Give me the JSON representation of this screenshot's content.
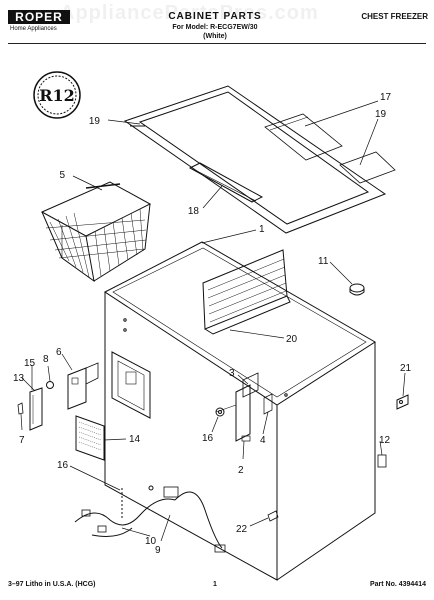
{
  "header": {
    "brand": "ROPER",
    "brand_sub": "Home Appliances",
    "title": "CABINET PARTS",
    "model_line": "For Model: R-ECG7EW/30",
    "color_line": "(White)",
    "category": "CHEST FREEZER",
    "watermark": "AppliancePartsPros.com"
  },
  "badge": "R12",
  "callouts": [
    "19",
    "17",
    "19",
    "5",
    "18",
    "1",
    "11",
    "20",
    "6",
    "15",
    "8",
    "13",
    "3",
    "21",
    "14",
    "16",
    "4",
    "12",
    "7",
    "2",
    "16",
    "22",
    "10",
    "9"
  ],
  "footer": {
    "left": "3–97 Litho in U.S.A. (HCG)",
    "page": "1",
    "part_no": "Part No. 4394414"
  },
  "colors": {
    "ink": "#111111",
    "paper": "#ffffff",
    "watermark": "#000000"
  }
}
